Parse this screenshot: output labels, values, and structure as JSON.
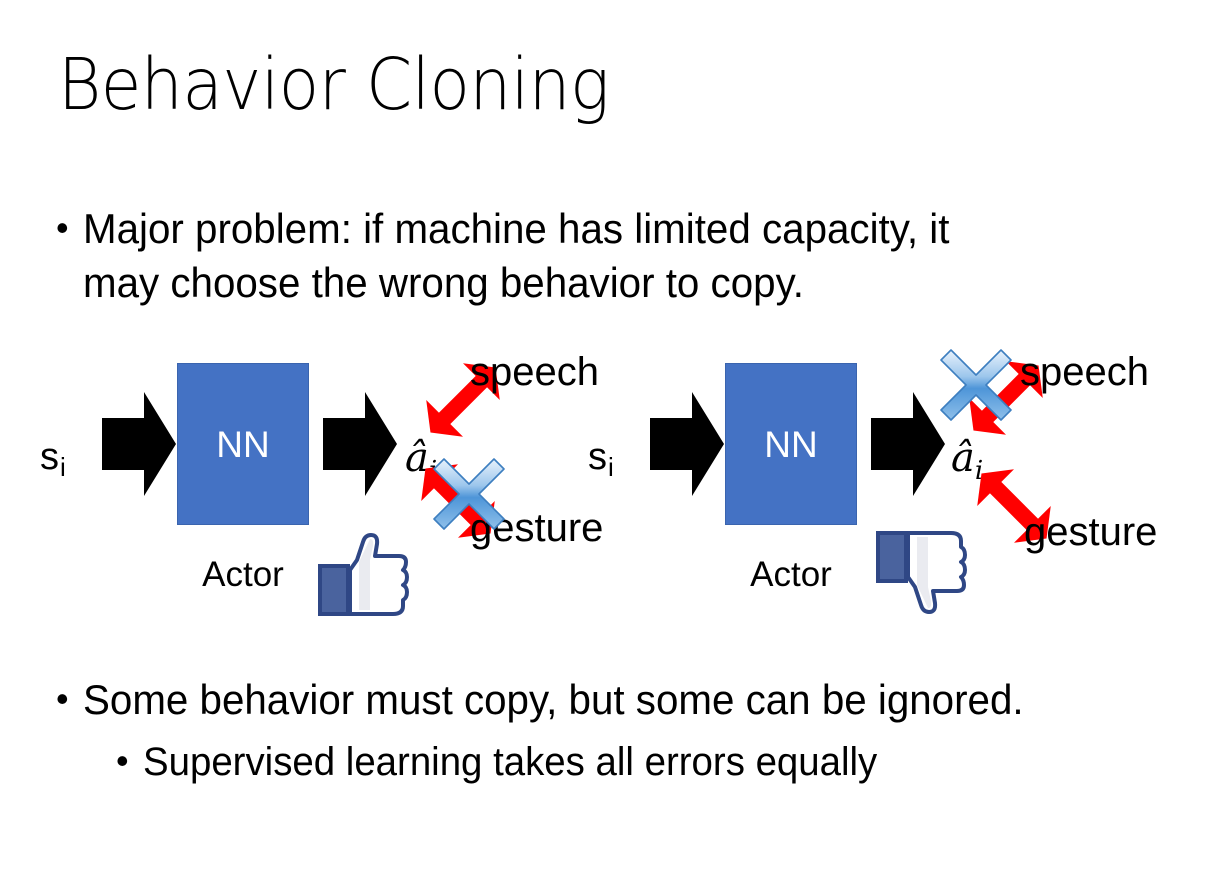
{
  "slide": {
    "title": "Behavior Cloning",
    "background_color": "#FFFFFF"
  },
  "bullets": [
    {
      "marker": "•",
      "text": "Major problem: if machine has limited capacity, it\nmay choose the wrong behavior to copy.",
      "level": 1
    },
    {
      "marker": "•",
      "text": "Some behavior must copy, but some can be ignored.",
      "level": 1
    },
    {
      "marker": "•",
      "text": "Supervised learning takes all errors equally",
      "level": 2
    }
  ],
  "colors": {
    "nn_box_fill": "#4472C4",
    "nn_box_border": "#3A64AE",
    "arrow_black": "#000000",
    "arrow_red": "#FF0000",
    "cross_blue_light": "#D6E6F7",
    "cross_blue_mid": "#5C9FE0",
    "cross_blue_dark": "#2E6FB5",
    "thumb_blue": "#3B5998",
    "thumb_white": "#FFFFFF"
  },
  "diagrams": [
    {
      "id": "left",
      "state_label": "s",
      "state_subscript": "i",
      "network_label": "NN",
      "network_caption": "Actor",
      "action_symbol": "â",
      "action_subscript": "i",
      "outputs": [
        {
          "name": "speech",
          "crossed_out": false
        },
        {
          "name": "gesture",
          "crossed_out": true
        }
      ],
      "feedback_icon": "thumbs-up"
    },
    {
      "id": "right",
      "state_label": "s",
      "state_subscript": "i",
      "network_label": "NN",
      "network_caption": "Actor",
      "action_symbol": "â",
      "action_subscript": "i",
      "outputs": [
        {
          "name": "speech",
          "crossed_out": true
        },
        {
          "name": "gesture",
          "crossed_out": false
        }
      ],
      "feedback_icon": "thumbs-down"
    }
  ]
}
